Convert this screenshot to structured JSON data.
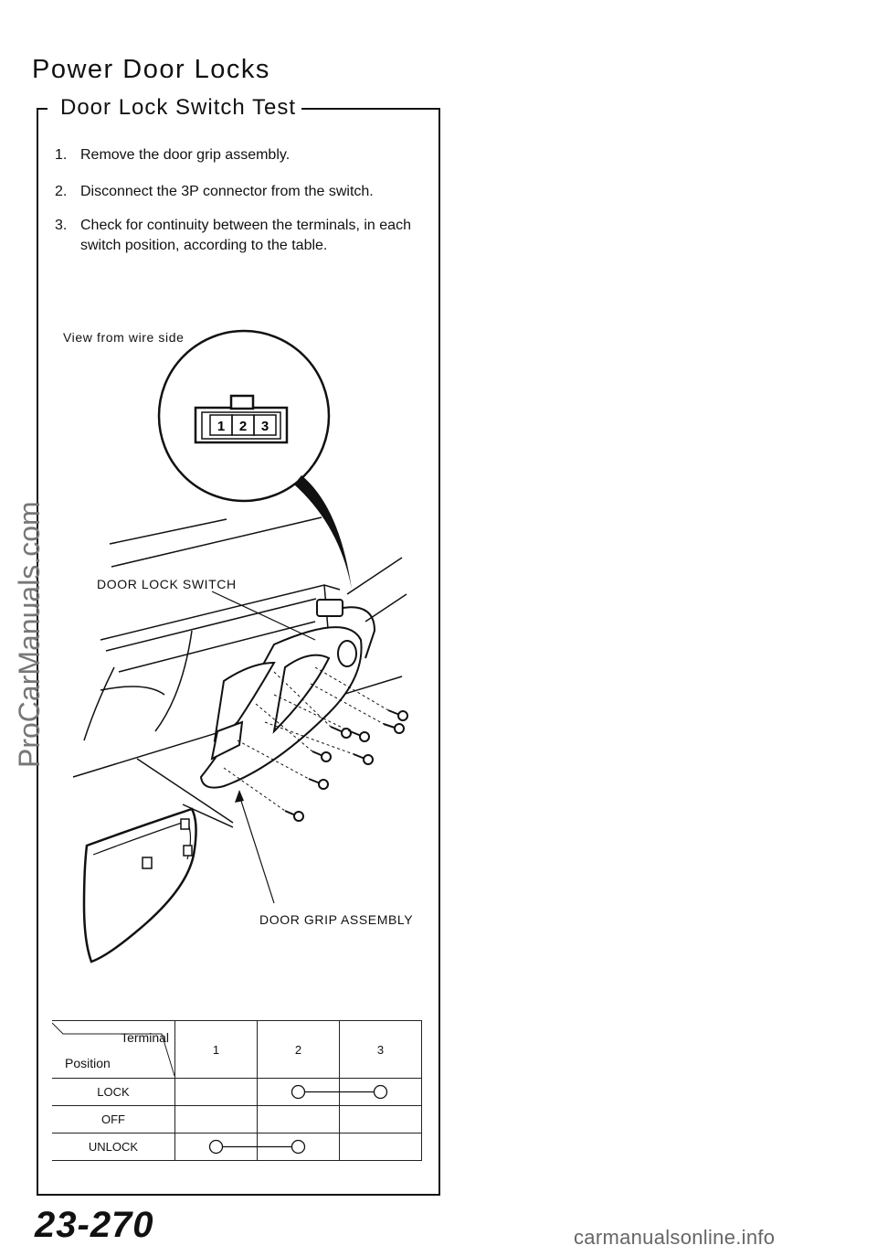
{
  "header": {
    "title": "Power Door Locks"
  },
  "section": {
    "title": "Door Lock Switch Test"
  },
  "steps": [
    {
      "num": "1.",
      "text": "Remove the door grip assembly."
    },
    {
      "num": "2.",
      "text": "Disconnect the 3P connector from the switch."
    },
    {
      "num": "3.",
      "text": "Check for continuity between the terminals, in each",
      "cont": "switch position, according to the table."
    }
  ],
  "figure": {
    "view_label": "View from wire side",
    "terminals": [
      "1",
      "2",
      "3"
    ],
    "switch_label": "DOOR LOCK SWITCH",
    "grip_label": "DOOR GRIP ASSEMBLY"
  },
  "table": {
    "corner_terminal": "Terminal",
    "corner_position": "Position",
    "columns": [
      "1",
      "2",
      "3"
    ],
    "rows": [
      {
        "label": "LOCK",
        "continuity": [
          2,
          3
        ]
      },
      {
        "label": "OFF",
        "continuity": []
      },
      {
        "label": "UNLOCK",
        "continuity": [
          1,
          2
        ]
      }
    ]
  },
  "footer": {
    "page_number": "23-270",
    "watermark_side": "ProCarManuals.com",
    "watermark_bottom": "carmanualsonline.info"
  }
}
